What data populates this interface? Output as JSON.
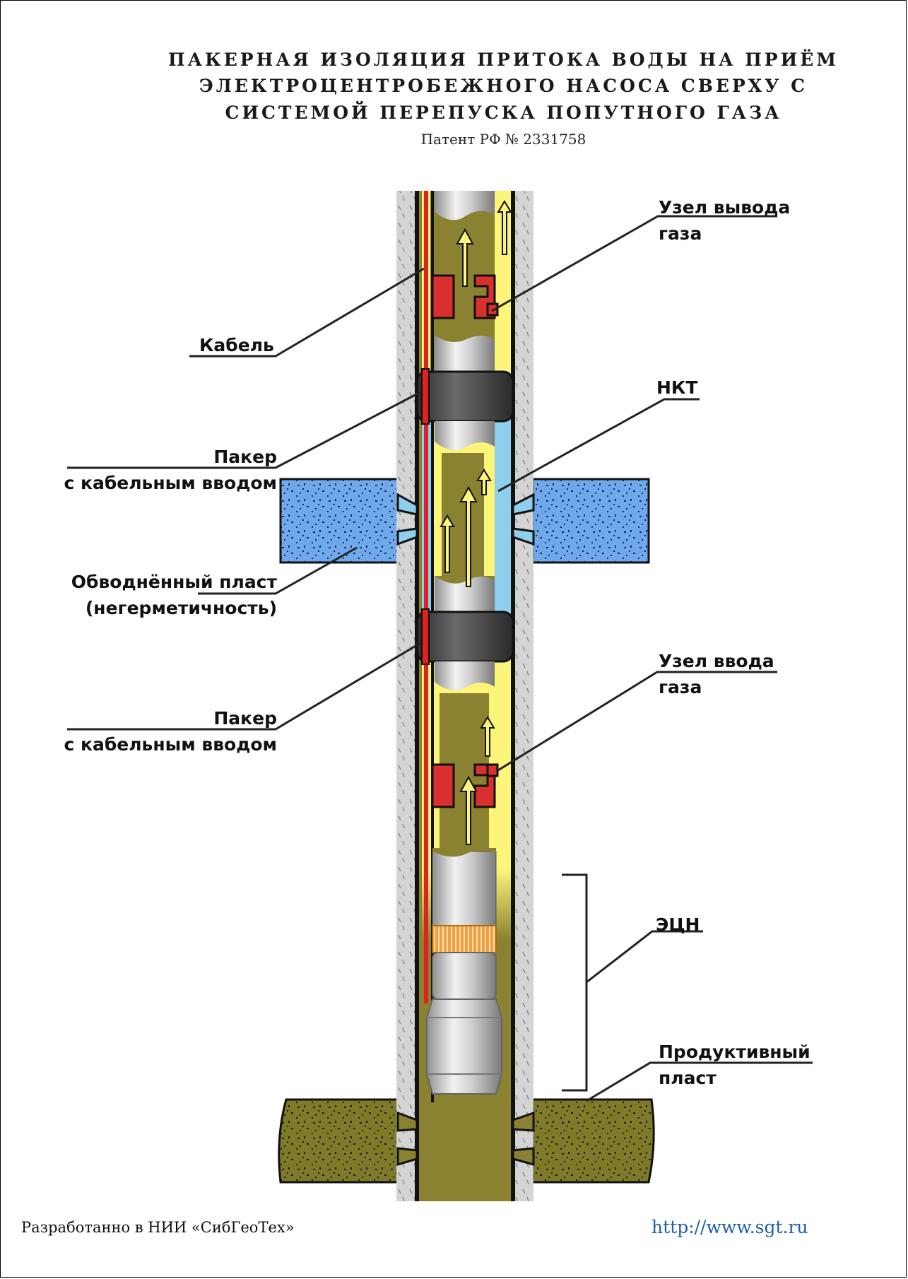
{
  "title": {
    "line1": "ПАКЕРНАЯ ИЗОЛЯЦИЯ ПРИТОКА ВОДЫ НА ПРИЁМ",
    "line2": "ЭЛЕКТРОЦЕНТРОБЕЖНОГО НАСОСА СВЕРХУ С",
    "line3": "СИСТЕМОЙ ПЕРЕПУСКА ПОПУТНОГО ГАЗА",
    "patent": "Патент РФ № 2331758"
  },
  "labels": {
    "gas_outlet": [
      "Узел вывода",
      "газа"
    ],
    "cable": "Кабель",
    "tubing": "НКТ",
    "packer_upper": [
      "Пакер",
      "с кабельным вводом"
    ],
    "water_layer": [
      "Обводнённый пласт",
      "(негерметичность)"
    ],
    "packer_lower": [
      "Пакер",
      "с кабельным вводом"
    ],
    "gas_inlet": [
      "Узел ввода",
      "газа"
    ],
    "esp": "ЭЦН",
    "productive_layer": [
      "Продуктивный",
      "пласт"
    ]
  },
  "footer": {
    "left": "Разработанно в НИИ «СибГеоТех»",
    "right": "http://www.sgt.ru"
  },
  "colors": {
    "casing": "#d4d4d4",
    "oil": "#8a8230",
    "gas": "#fdf57a",
    "water": "#8ecfee",
    "packer": "#3a3a3a",
    "valve": "#d8302c",
    "cable": "#e32020",
    "water_layer": "#6fa9ec",
    "productive_layer": "#7e7a2a",
    "link": "#1f5fa8"
  }
}
